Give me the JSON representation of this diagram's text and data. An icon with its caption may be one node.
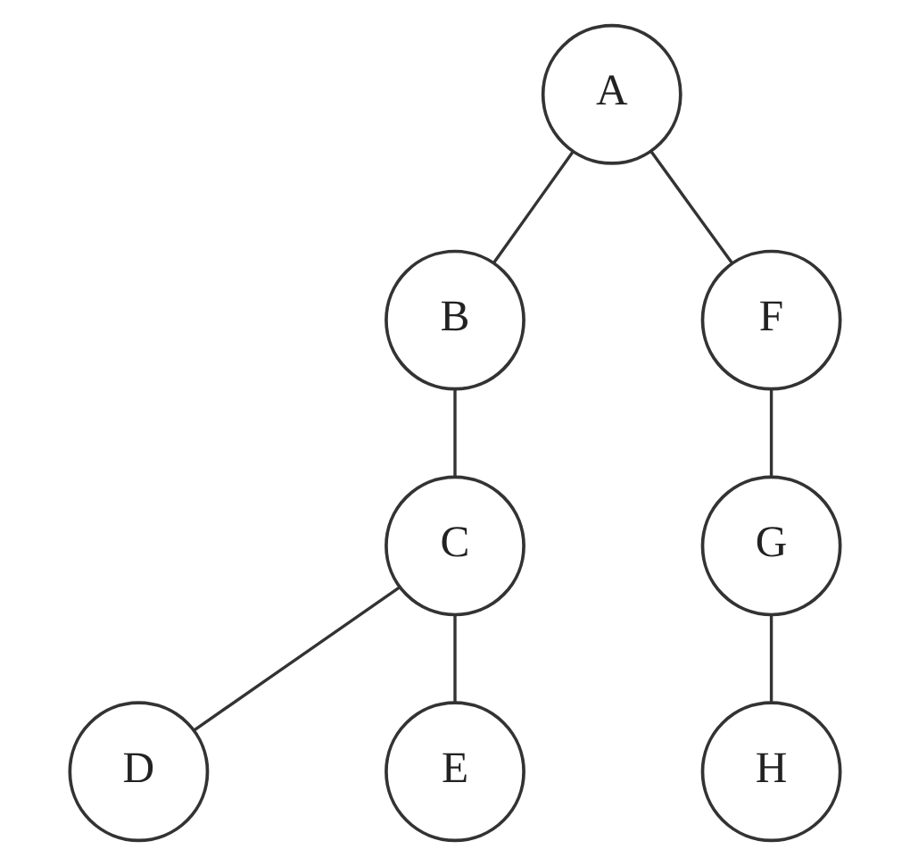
{
  "diagram": {
    "nodes": [
      {
        "text": [
          "A"
        ]
      },
      {
        "text": [
          "B"
        ]
      },
      {
        "text": [
          "F"
        ]
      },
      {
        "text": [
          "C"
        ]
      },
      {
        "text": [
          "G"
        ]
      },
      {
        "text": [
          "D"
        ]
      },
      {
        "text": [
          "E"
        ]
      },
      {
        "text": [
          "H"
        ]
      }
    ],
    "edges": [
      {
        "from": 0,
        "to": 1,
        "arrow": "none"
      },
      {
        "from": 0,
        "to": 2,
        "arrow": "none"
      },
      {
        "from": 1,
        "to": 3,
        "arrow": "none"
      },
      {
        "from": 2,
        "to": 4,
        "arrow": "none"
      },
      {
        "from": 3,
        "to": 5,
        "arrow": "none"
      },
      {
        "from": 3,
        "to": 6,
        "arrow": "none"
      },
      {
        "from": 4,
        "to": 7,
        "arrow": "none"
      }
    ]
  }
}
